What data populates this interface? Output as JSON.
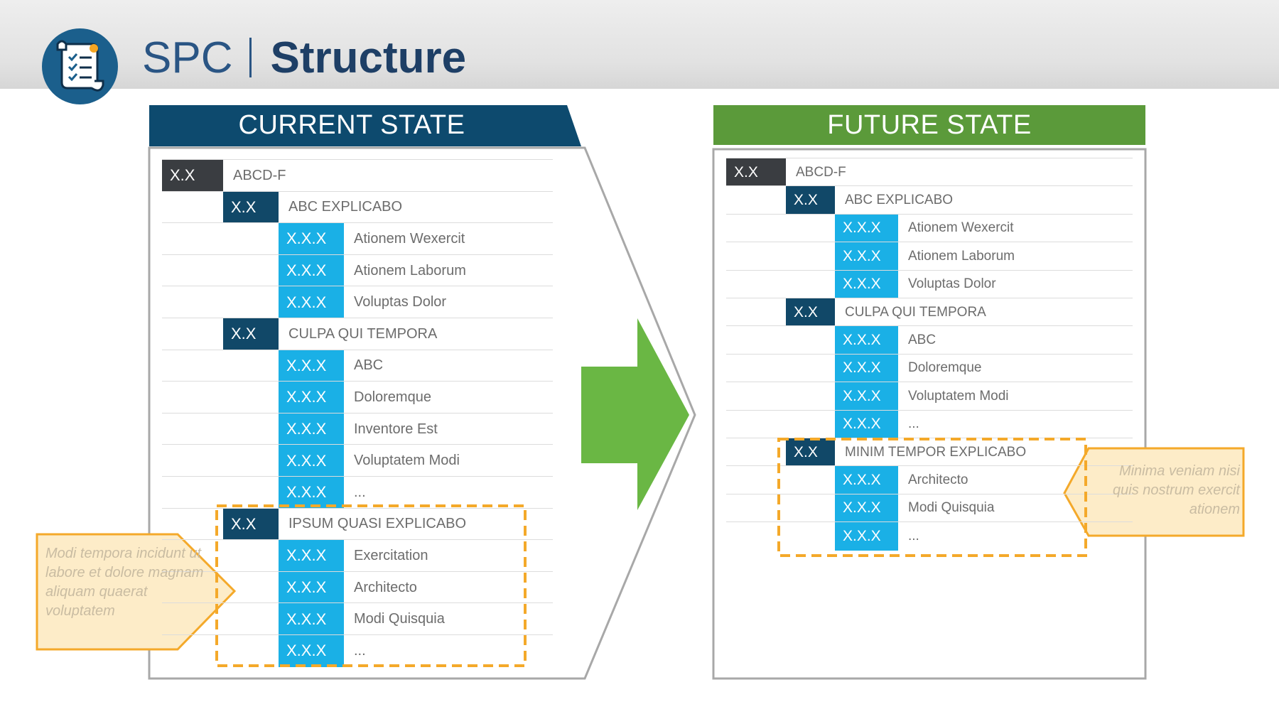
{
  "header": {
    "prefix": "SPC",
    "title": "Structure",
    "icon": "checklist-scroll-icon"
  },
  "colors": {
    "current_banner": "#0d4a6e",
    "future_banner": "#5b9a3a",
    "arrow": "#6ab744",
    "highlight": "#f4a92a",
    "callout_fill": "#fdecc8",
    "code_dark": "#3a3d41",
    "code_navy": "#114868",
    "code_cyan": "#1ab0e6"
  },
  "current_state": {
    "label": "CURRENT STATE",
    "rows": [
      {
        "level": 0,
        "code": "X.X",
        "label": "ABCD-F"
      },
      {
        "level": 1,
        "code": "X.X",
        "label": "ABC EXPLICABO"
      },
      {
        "level": 2,
        "code": "X.X.X",
        "label": "Ationem Wexercit"
      },
      {
        "level": 2,
        "code": "X.X.X",
        "label": "Ationem Laborum"
      },
      {
        "level": 2,
        "code": "X.X.X",
        "label": "Voluptas Dolor"
      },
      {
        "level": 1,
        "code": "X.X",
        "label": "CULPA QUI TEMPORA"
      },
      {
        "level": 2,
        "code": "X.X.X",
        "label": "ABC"
      },
      {
        "level": 2,
        "code": "X.X.X",
        "label": "Doloremque"
      },
      {
        "level": 2,
        "code": "X.X.X",
        "label": "Inventore Est"
      },
      {
        "level": 2,
        "code": "X.X.X",
        "label": "Voluptatem Modi"
      },
      {
        "level": 2,
        "code": "X.X.X",
        "label": "..."
      },
      {
        "level": 1,
        "code": "X.X",
        "label": "IPSUM QUASI EXPLICABO"
      },
      {
        "level": 2,
        "code": "X.X.X",
        "label": "Exercitation"
      },
      {
        "level": 2,
        "code": "X.X.X",
        "label": "Architecto"
      },
      {
        "level": 2,
        "code": "X.X.X",
        "label": "Modi Quisquia"
      },
      {
        "level": 2,
        "code": "X.X.X",
        "label": "..."
      }
    ],
    "callout": "Modi tempora incidunt ut labore et dolore magnam aliquam quaerat voluptatem"
  },
  "future_state": {
    "label": "FUTURE STATE",
    "rows": [
      {
        "level": 0,
        "code": "X.X",
        "label": "ABCD-F"
      },
      {
        "level": 1,
        "code": "X.X",
        "label": "ABC EXPLICABO"
      },
      {
        "level": 2,
        "code": "X.X.X",
        "label": "Ationem Wexercit"
      },
      {
        "level": 2,
        "code": "X.X.X",
        "label": "Ationem Laborum"
      },
      {
        "level": 2,
        "code": "X.X.X",
        "label": "Voluptas Dolor"
      },
      {
        "level": 1,
        "code": "X.X",
        "label": "CULPA QUI TEMPORA"
      },
      {
        "level": 2,
        "code": "X.X.X",
        "label": "ABC"
      },
      {
        "level": 2,
        "code": "X.X.X",
        "label": "Doloremque"
      },
      {
        "level": 2,
        "code": "X.X.X",
        "label": "Voluptatem Modi"
      },
      {
        "level": 2,
        "code": "X.X.X",
        "label": "..."
      },
      {
        "level": 1,
        "code": "X.X",
        "label": "MINIM TEMPOR EXPLICABO"
      },
      {
        "level": 2,
        "code": "X.X.X",
        "label": "Architecto"
      },
      {
        "level": 2,
        "code": "X.X.X",
        "label": "Modi Quisquia"
      },
      {
        "level": 2,
        "code": "X.X.X",
        "label": "..."
      }
    ],
    "callout": "Minima veniam nisi quis nostrum exercit ationem"
  }
}
